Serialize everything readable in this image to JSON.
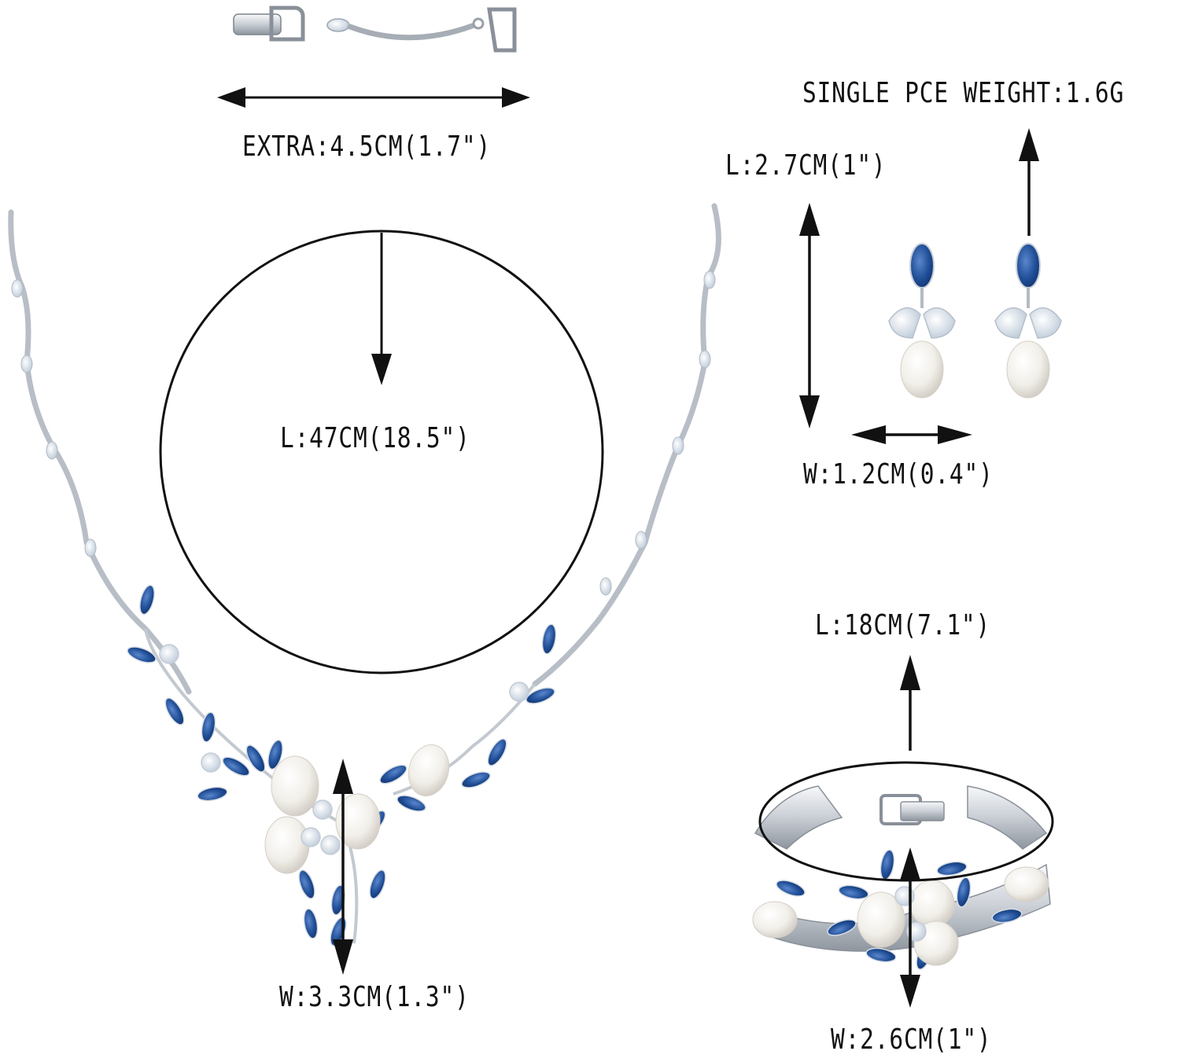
{
  "colors": {
    "ink": "#111111",
    "sapphire": "#1f4e96",
    "sapphire_light": "#4d79c0",
    "silver": "#d9dde2",
    "silver_dark": "#8a9099",
    "pearl": "#f4f2ee",
    "crystal": "#eef3f8"
  },
  "extender": {
    "label": "EXTRA:4.5CM(1.7\")"
  },
  "earrings": {
    "weight_label": "SINGLE PCE WEIGHT:1.6G",
    "length_label": "L:2.7CM(1\")",
    "width_label": "W:1.2CM(0.4\")"
  },
  "necklace": {
    "length_label": "L:47CM(18.5\")",
    "width_label": "W:3.3CM(1.3\")"
  },
  "bracelet": {
    "length_label": "L:18CM(7.1\")",
    "width_label": "W:2.6CM(1\")"
  }
}
